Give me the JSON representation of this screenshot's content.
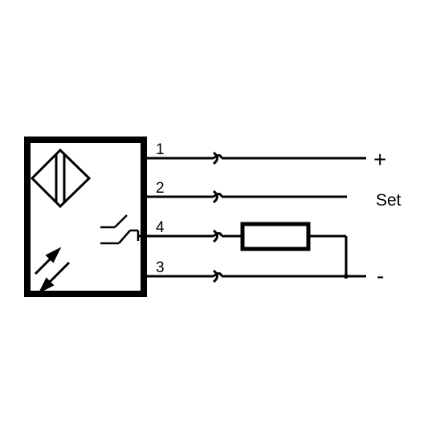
{
  "diagram": {
    "type": "sensor-wiring-diagram",
    "colors": {
      "line": "#000000",
      "background": "#ffffff"
    },
    "pins": [
      {
        "number": "1",
        "terminal": "+"
      },
      {
        "number": "2",
        "terminal": "Set"
      },
      {
        "number": "4",
        "terminal": ""
      },
      {
        "number": "3",
        "terminal": "-"
      }
    ],
    "symbols": {
      "plus": "+",
      "set": "Set",
      "minus": "-"
    },
    "icons": [
      "diamond-sensor-icon",
      "light-arrows-icon",
      "switch-contact-icon",
      "load-resistor-icon",
      "connector-icon"
    ]
  }
}
